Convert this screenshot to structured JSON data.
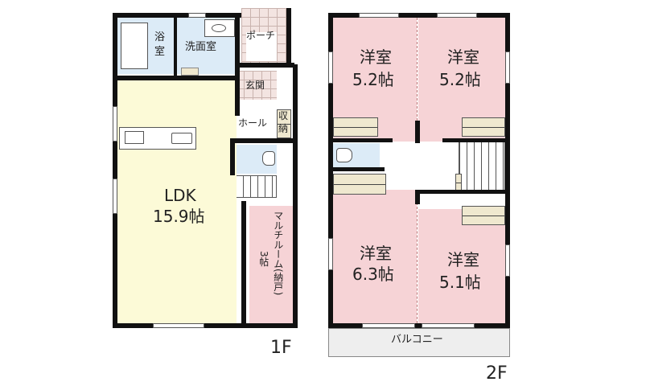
{
  "floor1": {
    "label": "1F",
    "rooms": {
      "bath": {
        "label_line1": "浴",
        "label_line2": "室"
      },
      "washroom": {
        "label": "洗面室"
      },
      "porch": {
        "label": "ポーチ"
      },
      "entrance": {
        "label": "玄関"
      },
      "hall": {
        "label": "ホール"
      },
      "storage": {
        "label_line1": "収",
        "label_line2": "納"
      },
      "ldk": {
        "label": "LDK",
        "size": "15.9帖"
      },
      "multi_room": {
        "label": "マルチルーム(納戸)",
        "size": "3帖"
      }
    }
  },
  "floor2": {
    "label": "2F",
    "rooms": {
      "western_nw": {
        "label": "洋室",
        "size": "5.2帖"
      },
      "western_ne": {
        "label": "洋室",
        "size": "5.2帖"
      },
      "western_sw": {
        "label": "洋室",
        "size": "6.3帖"
      },
      "western_se": {
        "label": "洋室",
        "size": "5.1帖"
      },
      "balcony": {
        "label": "バルコニー"
      }
    }
  },
  "colors": {
    "western_room": "#f6d3d6",
    "ldk": "#fcfad7",
    "wet_area": "#dcebf7",
    "closet": "#efe8cf",
    "wall": "#111111"
  }
}
